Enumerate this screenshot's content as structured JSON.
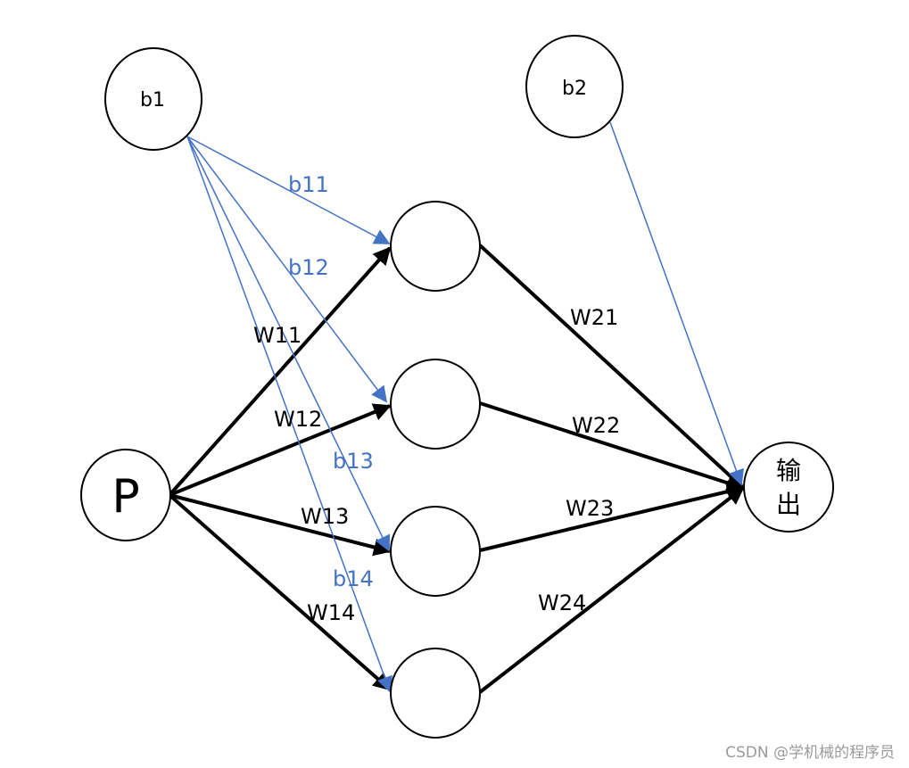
{
  "nodes": {
    "input": "P",
    "bias1": "b1",
    "bias2": "b2",
    "output_line1": "输",
    "output_line2": "出"
  },
  "weights_input_hidden": [
    "W11",
    "W12",
    "W13",
    "W14"
  ],
  "weights_hidden_output": [
    "W21",
    "W22",
    "W23",
    "W24"
  ],
  "bias_labels": [
    "b11",
    "b12",
    "b13",
    "b14"
  ],
  "watermark": "CSDN @学机械的程序员",
  "colors": {
    "black_edges": "#000000",
    "bias_edges": "#4472C4"
  }
}
